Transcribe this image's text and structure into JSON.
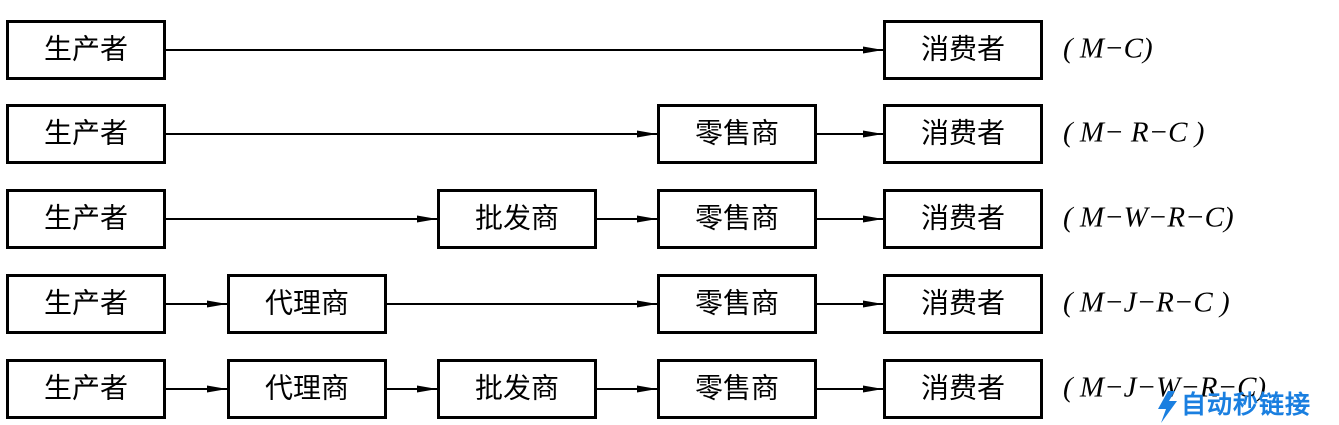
{
  "rows": [
    {
      "nodes": [
        "生产者",
        "消费者"
      ],
      "formula": "( M−C)"
    },
    {
      "nodes": [
        "生产者",
        "零售商",
        "消费者"
      ],
      "formula": "( M− R−C )"
    },
    {
      "nodes": [
        "生产者",
        "批发商",
        "零售商",
        "消费者"
      ],
      "formula": "( M−W−R−C)"
    },
    {
      "nodes": [
        "生产者",
        "代理商",
        "零售商",
        "消费者"
      ],
      "formula": "( M−J−R−C )"
    },
    {
      "nodes": [
        "生产者",
        "代理商",
        "批发商",
        "零售商",
        "消费者"
      ],
      "formula": "( M−J−W−R−C)"
    }
  ],
  "watermark": {
    "text": "自动秒链接",
    "icon": "bolt-icon",
    "color": "#1a7fe0"
  }
}
